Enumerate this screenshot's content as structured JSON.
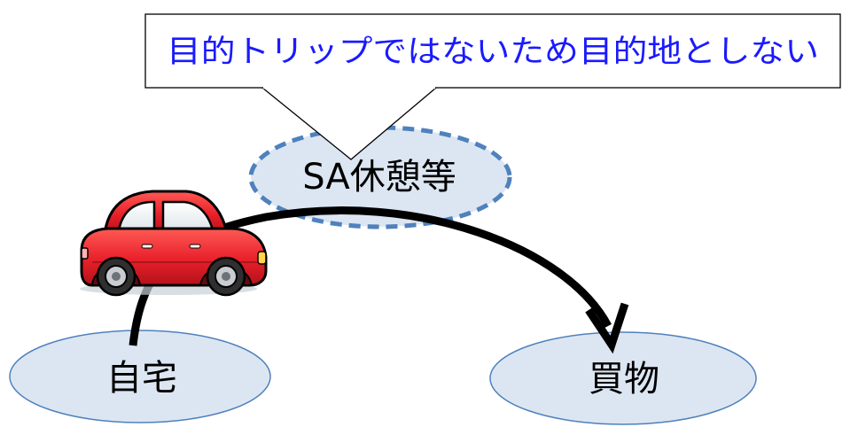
{
  "callout": {
    "text": "目的トリップではないため目的地としない",
    "text_color": "#1a1aff"
  },
  "nodes": {
    "rest_stop": {
      "label": "SA休憩等",
      "style": "dashed"
    },
    "home": {
      "label": "自宅"
    },
    "shopping": {
      "label": "買物"
    }
  },
  "colors": {
    "node_fill": "#dce6f2",
    "node_stroke": "#4f81bd",
    "arrow": "#000000",
    "car_body": "#e8202a"
  },
  "icons": {
    "vehicle": "car-icon"
  }
}
